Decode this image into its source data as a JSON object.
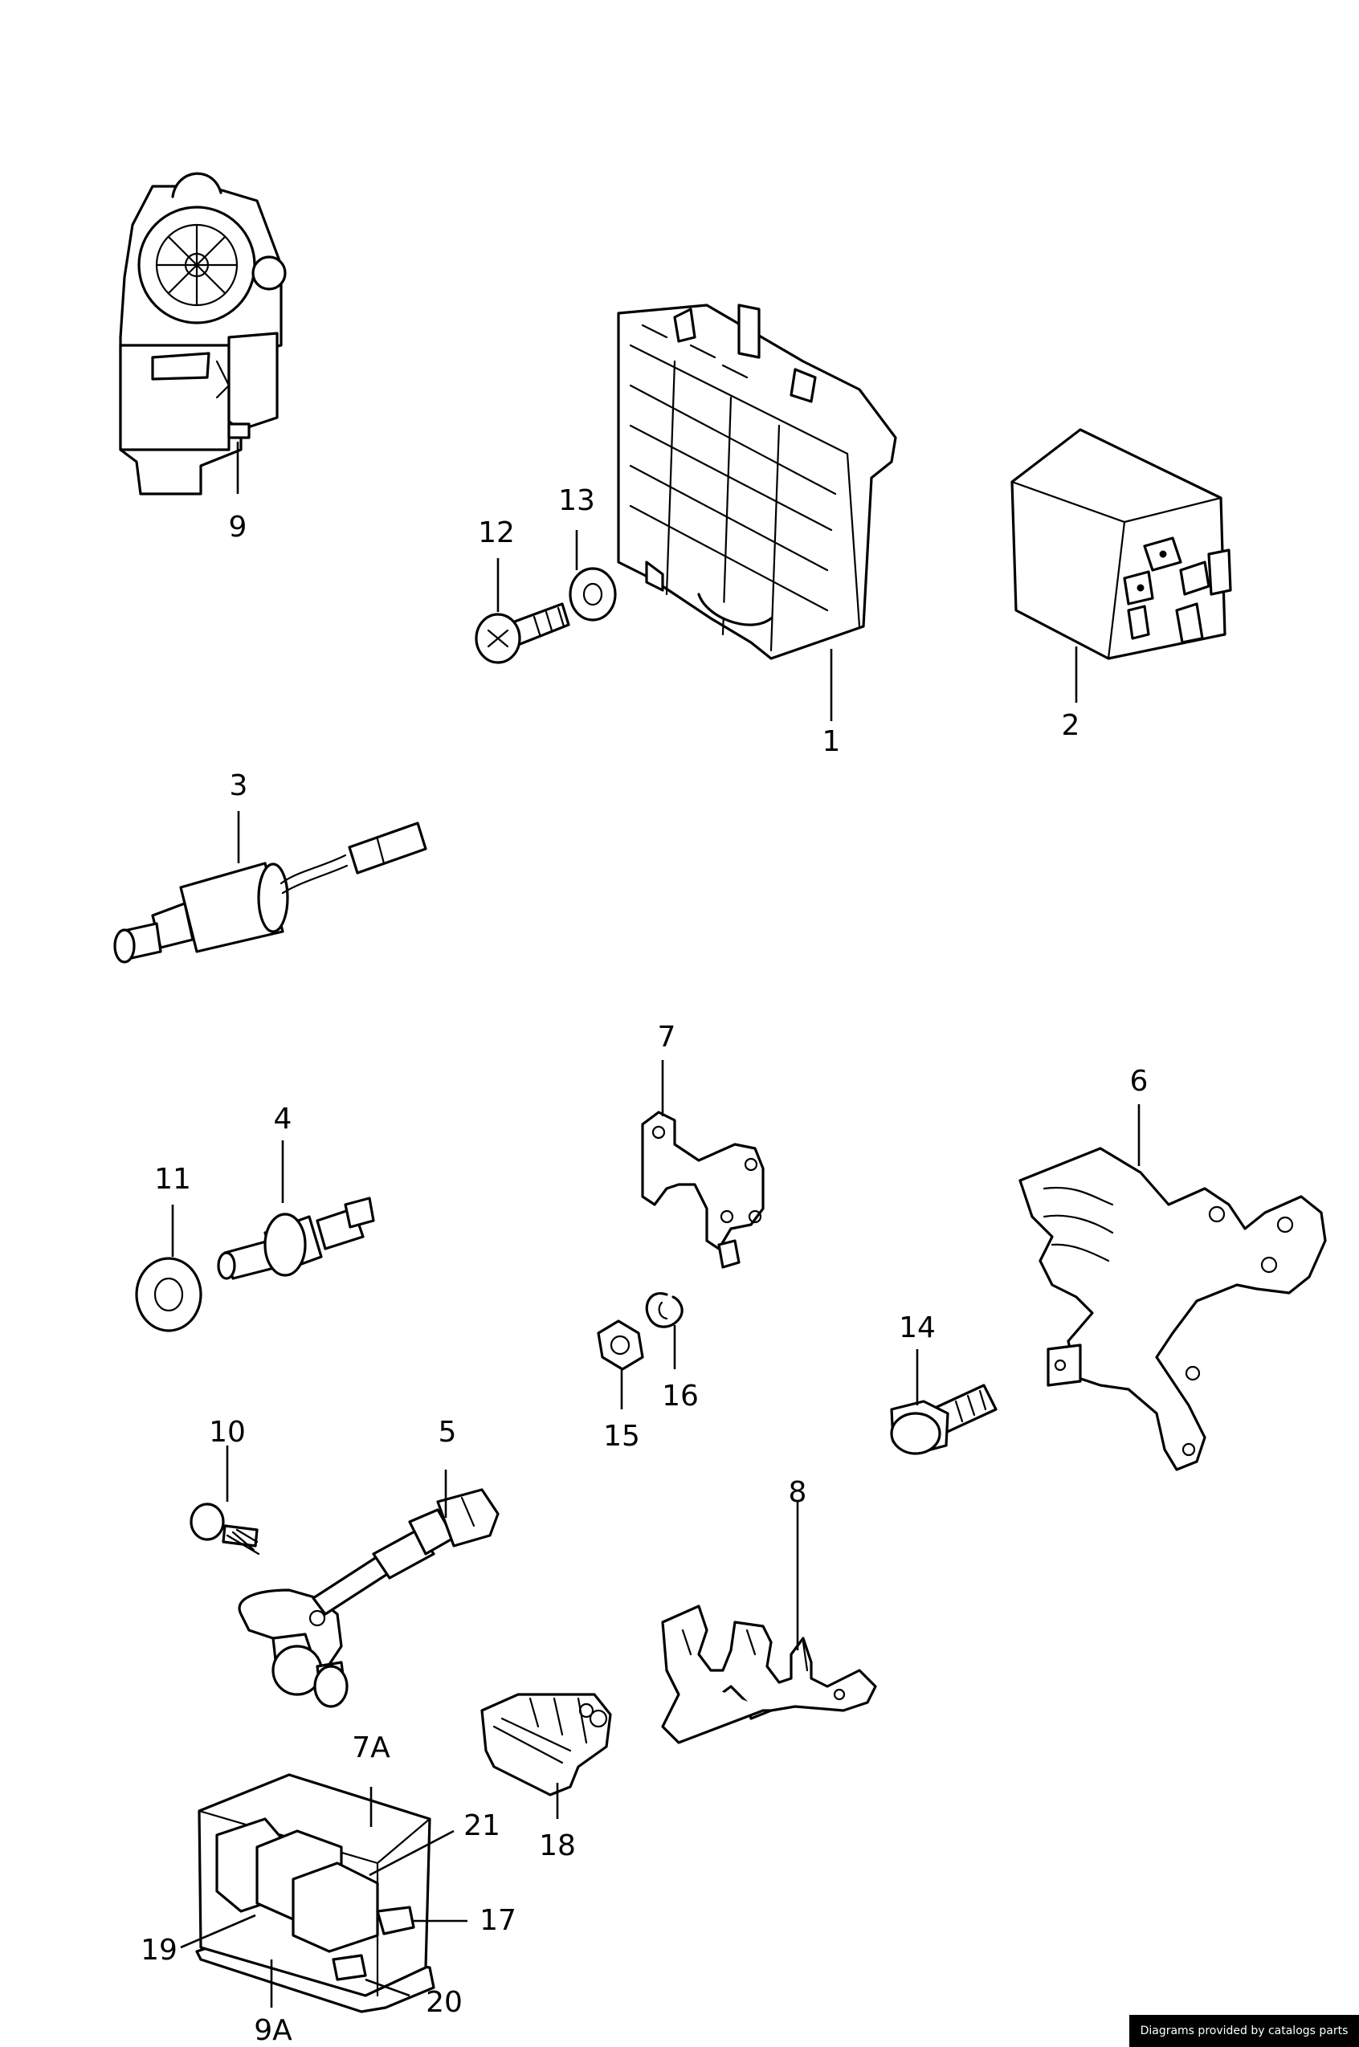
{
  "callouts": {
    "c1": "1",
    "c2": "2",
    "c3": "3",
    "c4": "4",
    "c5": "5",
    "c6": "6",
    "c7": "7",
    "c7a": "7A",
    "c8": "8",
    "c9": "9",
    "c9a": "9A",
    "c10": "10",
    "c11": "11",
    "c12": "12",
    "c13": "13",
    "c14": "14",
    "c15": "15",
    "c16": "16",
    "c17": "17",
    "c18": "18",
    "c19": "19",
    "c20": "20",
    "c21": "21"
  },
  "credit": "Diagrams provided by catalogs parts"
}
